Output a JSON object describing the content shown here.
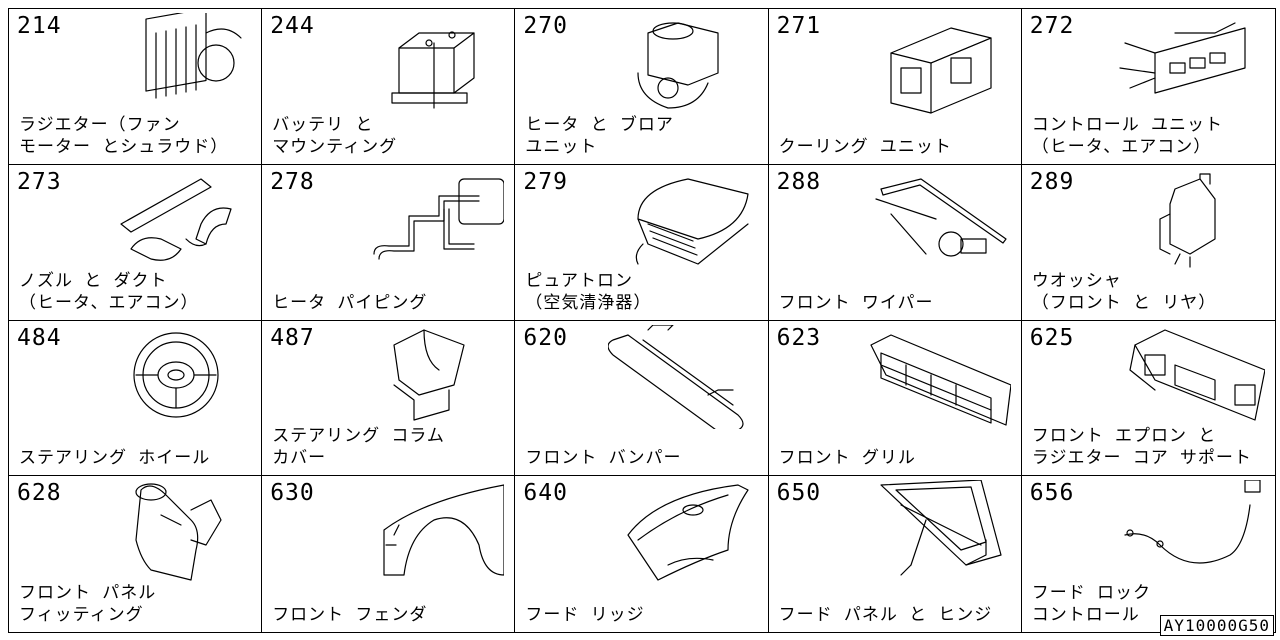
{
  "parts": [
    {
      "code": "214",
      "label": "ラジエター（ファン\nモーター とシュラウド）",
      "icon": "radiator-icon"
    },
    {
      "code": "244",
      "label": "バッテリ と\nマウンティング",
      "icon": "battery-icon"
    },
    {
      "code": "270",
      "label": "ヒータ と ブロア\nユニット",
      "icon": "heater-blower-icon"
    },
    {
      "code": "271",
      "label": "クーリング ユニット",
      "icon": "cooling-unit-icon"
    },
    {
      "code": "272",
      "label": "コントロール ユニット\n（ヒータ、エアコン）",
      "icon": "control-unit-icon"
    },
    {
      "code": "273",
      "label": "ノズル と ダクト\n（ヒータ、エアコン）",
      "icon": "nozzle-duct-icon"
    },
    {
      "code": "278",
      "label": "ヒータ パイピング",
      "icon": "heater-piping-icon"
    },
    {
      "code": "279",
      "label": "ピュアトロン\n（空気清浄器）",
      "icon": "air-purifier-icon"
    },
    {
      "code": "288",
      "label": "フロント ワイパー",
      "icon": "wiper-icon"
    },
    {
      "code": "289",
      "label": "ウオッシャ\n（フロント と リヤ）",
      "icon": "washer-icon"
    },
    {
      "code": "484",
      "label": "ステアリング ホイール",
      "icon": "steering-wheel-icon"
    },
    {
      "code": "487",
      "label": "ステアリング コラム\nカバー",
      "icon": "column-cover-icon"
    },
    {
      "code": "620",
      "label": "フロント バンパー",
      "icon": "bumper-icon"
    },
    {
      "code": "623",
      "label": "フロント グリル",
      "icon": "grille-icon"
    },
    {
      "code": "625",
      "label": "フロント エプロン と\nラジエター コア サポート",
      "icon": "apron-icon"
    },
    {
      "code": "628",
      "label": "フロント パネル\nフィッティング",
      "icon": "panel-fitting-icon"
    },
    {
      "code": "630",
      "label": "フロント フェンダ",
      "icon": "fender-icon"
    },
    {
      "code": "640",
      "label": "フード リッジ",
      "icon": "hood-ridge-icon"
    },
    {
      "code": "650",
      "label": "フード パネル と ヒンジ",
      "icon": "hood-panel-icon"
    },
    {
      "code": "656",
      "label": "フード ロック\nコントロール",
      "icon": "hood-lock-cable-icon"
    }
  ],
  "reference_code": "AY10000G50"
}
